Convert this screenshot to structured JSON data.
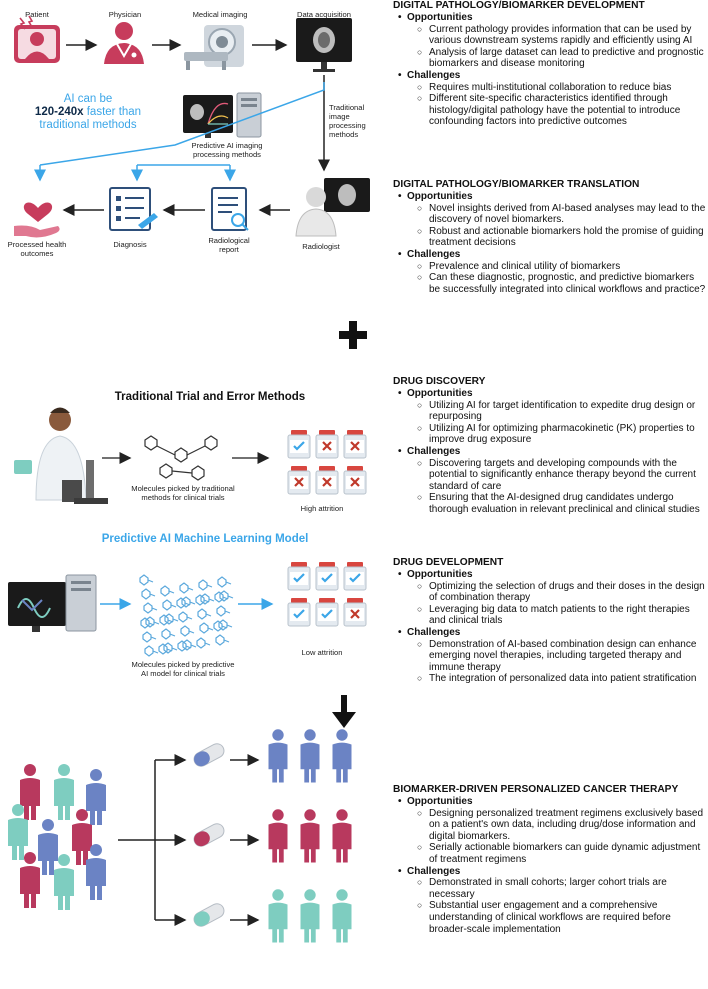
{
  "workflow": {
    "patient": "Patient",
    "physician": "Physician",
    "medical_imaging": "Medical imaging",
    "data_acquisition": "Data acquisition",
    "traditional_methods": "Traditional image processing methods",
    "predictive_ai": "Predictive AI imaging processing methods",
    "ai_speed_prefix": "AI can be",
    "ai_speed_value": "120-240x",
    "ai_speed_suffix": "faster than traditional methods",
    "radiologist": "Radiologist",
    "radiological_report": "Radiological report",
    "diagnosis": "Diagnosis",
    "processed_outcomes": "Processed health outcomes"
  },
  "drug": {
    "traditional_title": "Traditional Trial and Error Methods",
    "traditional_molecules": "Molecules picked by traditional methods for clinical trials",
    "high_attrition": "High attrition",
    "ai_title": "Predictive AI Machine Learning Model",
    "ai_molecules": "Molecules picked by predictive AI model for clinical trials",
    "low_attrition": "Low attrition"
  },
  "sections": [
    {
      "title": "DIGITAL PATHOLOGY/BIOMARKER DEVELOPMENT",
      "opp_label": "Opportunities",
      "opportunities": [
        "Current pathology provides information that can be used by various downstream systems  rapidly and efficiently using AI",
        "Analysis of large dataset can lead to predictive and prognostic biomarkers and disease monitoring"
      ],
      "chal_label": "Challenges",
      "challenges": [
        "Requires multi-institutional collaboration to reduce bias",
        "Different site-specific characteristics identified through histology/digital pathology have the potential to introduce confounding factors into predictive outcomes"
      ]
    },
    {
      "title": "DIGITAL PATHOLOGY/BIOMARKER TRANSLATION",
      "opp_label": "Opportunities",
      "opportunities": [
        "Novel insights derived from AI-based analyses may lead to  the discovery of novel  biomarkers.",
        "Robust and  actionable biomarkers hold the promise of guiding treatment decisions"
      ],
      "chal_label": "Challenges",
      "challenges": [
        "Prevalence and clinical utility  of biomarkers",
        "Can these diagnostic, prognostic, and predictive biomarkers be successfully integrated into clinical workflows and practice?"
      ]
    },
    {
      "title": "DRUG DISCOVERY",
      "opp_label": "Opportunities",
      "opportunities": [
        "Utilizing AI for target identification to expedite drug design or repurposing",
        "Utilizing AI for optimizing pharmacokinetic (PK) properties to improve drug exposure"
      ],
      "chal_label": "Challenges",
      "challenges": [
        "Discovering targets and developing compounds with the potential to significantly enhance therapy beyond the current standard of care",
        "Ensuring that the AI-designed drug candidates undergo thorough evaluation in relevant preclinical and clinical studies"
      ]
    },
    {
      "title": "DRUG DEVELOPMENT",
      "opp_label": "Opportunities",
      "opportunities": [
        "Optimizing the selection of drugs and their doses in the design of combination therapy",
        "Leveraging big data to match patients to the right therapies and clinical trials"
      ],
      "chal_label": "Challenges",
      "challenges": [
        "Demonstration of AI-based combination design can enhance emerging novel therapies, including targeted therapy and immune therapy",
        "The integration of personalized data into patient stratification"
      ]
    },
    {
      "title": "BIOMARKER-DRIVEN PERSONALIZED CANCER THERAPY",
      "opp_label": "Opportunities",
      "opportunities": [
        "Designing personalized treatment regimens exclusively based on a patient's own data, including drug/dose information and digital biomarkers.",
        "Serially actionable biomarkers can guide dynamic adjustment of treatment regimens"
      ],
      "chal_label": "Challenges",
      "challenges": [
        "Demonstrated in small cohorts; larger cohort trials are necessary",
        "Substantial user engagement and a comprehensive understanding of clinical workflows are required before broader-scale implementation"
      ]
    }
  ],
  "colors": {
    "pink": "#c73c5c",
    "blue": "#3ba6e8",
    "navy": "#2e4f7a",
    "people_blue": "#6b83c4",
    "people_red": "#b8395e",
    "people_teal": "#7ecdc0"
  }
}
